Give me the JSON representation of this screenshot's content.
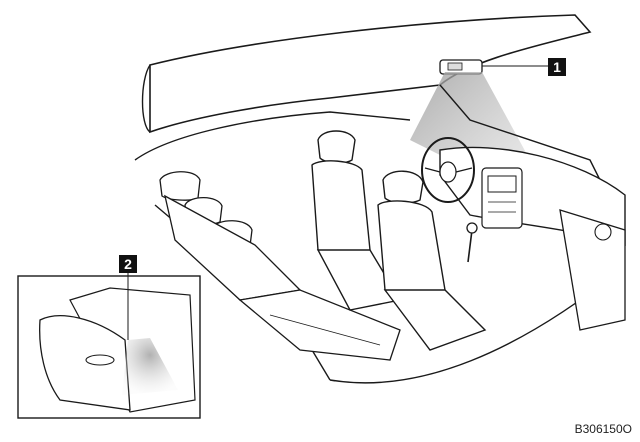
{
  "callouts": {
    "one": "1",
    "two": "2"
  },
  "figure_code": "B306150O",
  "colors": {
    "line": "#1a1a1a",
    "light_beam": "#bdbdbd",
    "callout_bg": "#111111"
  }
}
